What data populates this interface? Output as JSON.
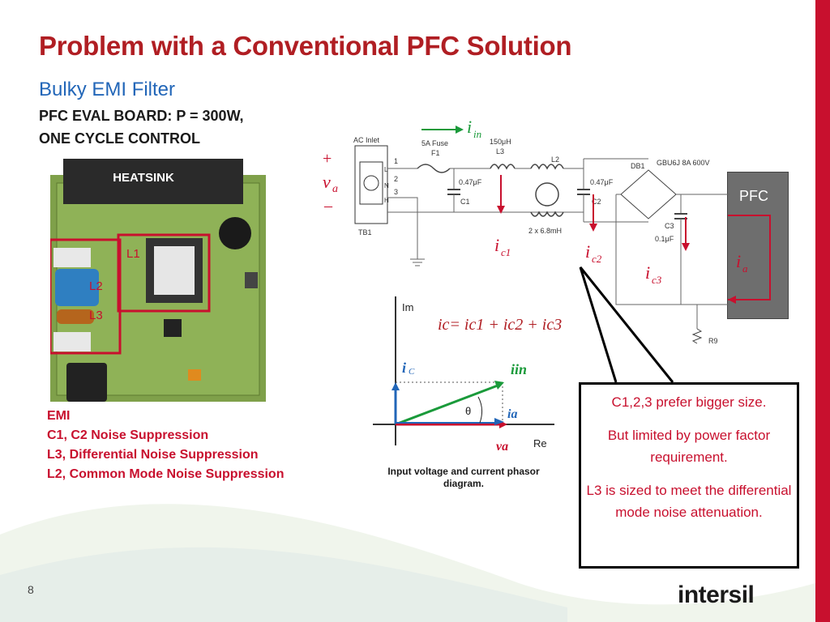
{
  "slide": {
    "title": "Problem with a Conventional PFC Solution",
    "subtitle": "Bulky EMI Filter",
    "board_line1": "PFC EVAL BOARD: P = 300W,",
    "board_line2": "ONE CYCLE CONTROL",
    "page_number": "8",
    "logo_text": "intersil",
    "accent_color": "#b01e23",
    "subtitle_color": "#2266b8"
  },
  "photo": {
    "heatsink_label": "HEATSINK",
    "l1": "L1",
    "l2": "L2",
    "l3": "L3"
  },
  "emi_notes": {
    "heading": "EMI",
    "line1": "C1, C2 Noise Suppression",
    "line2": "L3, Differential Noise Suppression",
    "line3": "L2, Common Mode Noise Suppression"
  },
  "circuit": {
    "plus": "+",
    "va": "v",
    "va_sub": "a",
    "minus": "–",
    "iin": "i",
    "iin_sub": "in",
    "ac_inlet": "AC Inlet",
    "tb1": "TB1",
    "pin1": "1",
    "pin2": "2",
    "pin3": "3",
    "L": "L",
    "N": "N",
    "H": "H",
    "fuse": "5A Fuse",
    "f1": "F1",
    "l3_value": "150μH",
    "l3": "L3",
    "l2": "L2",
    "l2_value": "2 x 6.8mH",
    "c1_value": "0.47μF",
    "c1": "C1",
    "c2_value": "0.47μF",
    "c2": "C2",
    "db1": "DB1",
    "bridge": "GBU6J 8A 600V",
    "c3": "C3",
    "c3_value": "0.1μF",
    "r9": "R9",
    "pfc": "PFC",
    "ic1": "i",
    "ic1_sub": "c1",
    "ic2": "i",
    "ic2_sub": "c2",
    "ic3": "i",
    "ic3_sub": "c3",
    "ia": "i",
    "ia_sub": "a"
  },
  "phasor": {
    "im": "Im",
    "re": "Re",
    "ic": "i",
    "ic_sub": "C",
    "iin": "iin",
    "theta": "θ",
    "ia": "ia",
    "va": "va",
    "caption": "Input voltage and current phasor diagram.",
    "equation": "ic= ic1 + ic2 + ic3"
  },
  "callout": {
    "p1": "C1,2,3 prefer bigger size.",
    "p2": "But limited by power factor requirement.",
    "p3": "L3 is sized to meet the differential mode noise attenuation."
  }
}
